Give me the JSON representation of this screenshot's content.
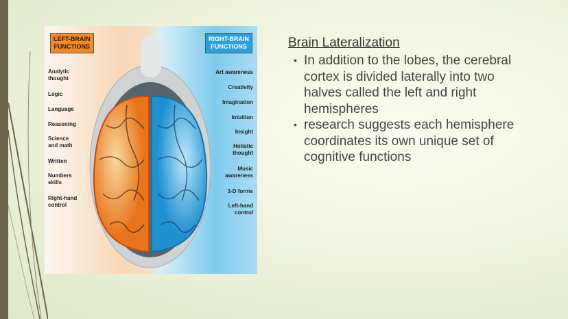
{
  "slide": {
    "title": "Brain Lateralization",
    "bullets": [
      "In addition to the lobes, the cerebral cortex is divided laterally into two halves called the left and right hemispheres",
      "research suggests each hemisphere coordinates its own unique set of cognitive functions"
    ]
  },
  "figure": {
    "left_heading": [
      "LEFT-BRAIN",
      "FUNCTIONS"
    ],
    "right_heading": [
      "RIGHT-BRAIN",
      "FUNCTIONS"
    ],
    "left_items": [
      "Analytic thought",
      "Logic",
      "Language",
      "Reasoning",
      "Science and math",
      "Written",
      "Numbers skills",
      "Right-hand control"
    ],
    "right_items": [
      "Art awareness",
      "Creativity",
      "Imagination",
      "Intuition",
      "Insight",
      "Holistic thought",
      "Music awareness",
      "3-D forms",
      "Left-hand control"
    ]
  },
  "colors": {
    "left": "#f08a2a",
    "right": "#2aa0dc",
    "bar": "#6b6448"
  }
}
